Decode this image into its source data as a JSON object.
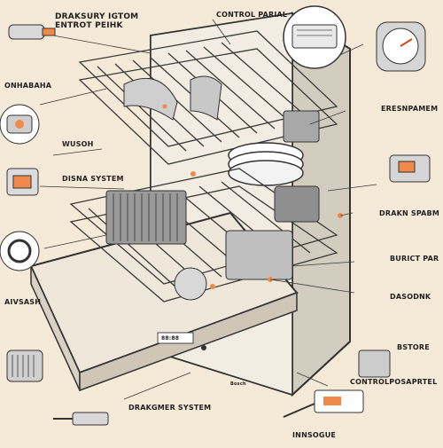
{
  "colors": {
    "background": "#f5ead7",
    "ink": "#2b2b2b",
    "accent": "#f08a4b",
    "metal": "#b8b8b8",
    "panel": "#ece4d6"
  },
  "labels": {
    "top_left_title": "DRAKSURY IGTOM\nENTROT PEIHK",
    "top_center_title": "CONTROL PARIAL",
    "left_1": "ONHABAHA",
    "left_2": "WUSOH",
    "left_3": "DISNA SYSTEM",
    "left_4": "AIVSASH",
    "right_1": "ERESNPAMEM",
    "right_2": "DRAKN SPABM",
    "right_3": "BURICT PAR",
    "right_4": "DASODNK",
    "right_5": "BSTORE",
    "bottom_center": "DRAKGMER SYSTEM",
    "bottom_right_1": "CONTROLPOSAPRTEL",
    "bottom_right_2": "INNSOGUE",
    "panel_readout": "88:88",
    "door_badge": "Bosch"
  },
  "icons": {
    "top_left": "valve-icon",
    "top_right_1": "control-panel-icon",
    "top_right_2": "gauge-icon",
    "left_1": "pump-icon",
    "left_2": "valve-assembly-icon",
    "left_3": "seal-ring-icon",
    "left_4": "filter-cartridge-icon",
    "left_5": "connector-icon",
    "right_1": "sensor-icon",
    "right_2": "module-icon",
    "right_3": "circuit-board-icon"
  }
}
